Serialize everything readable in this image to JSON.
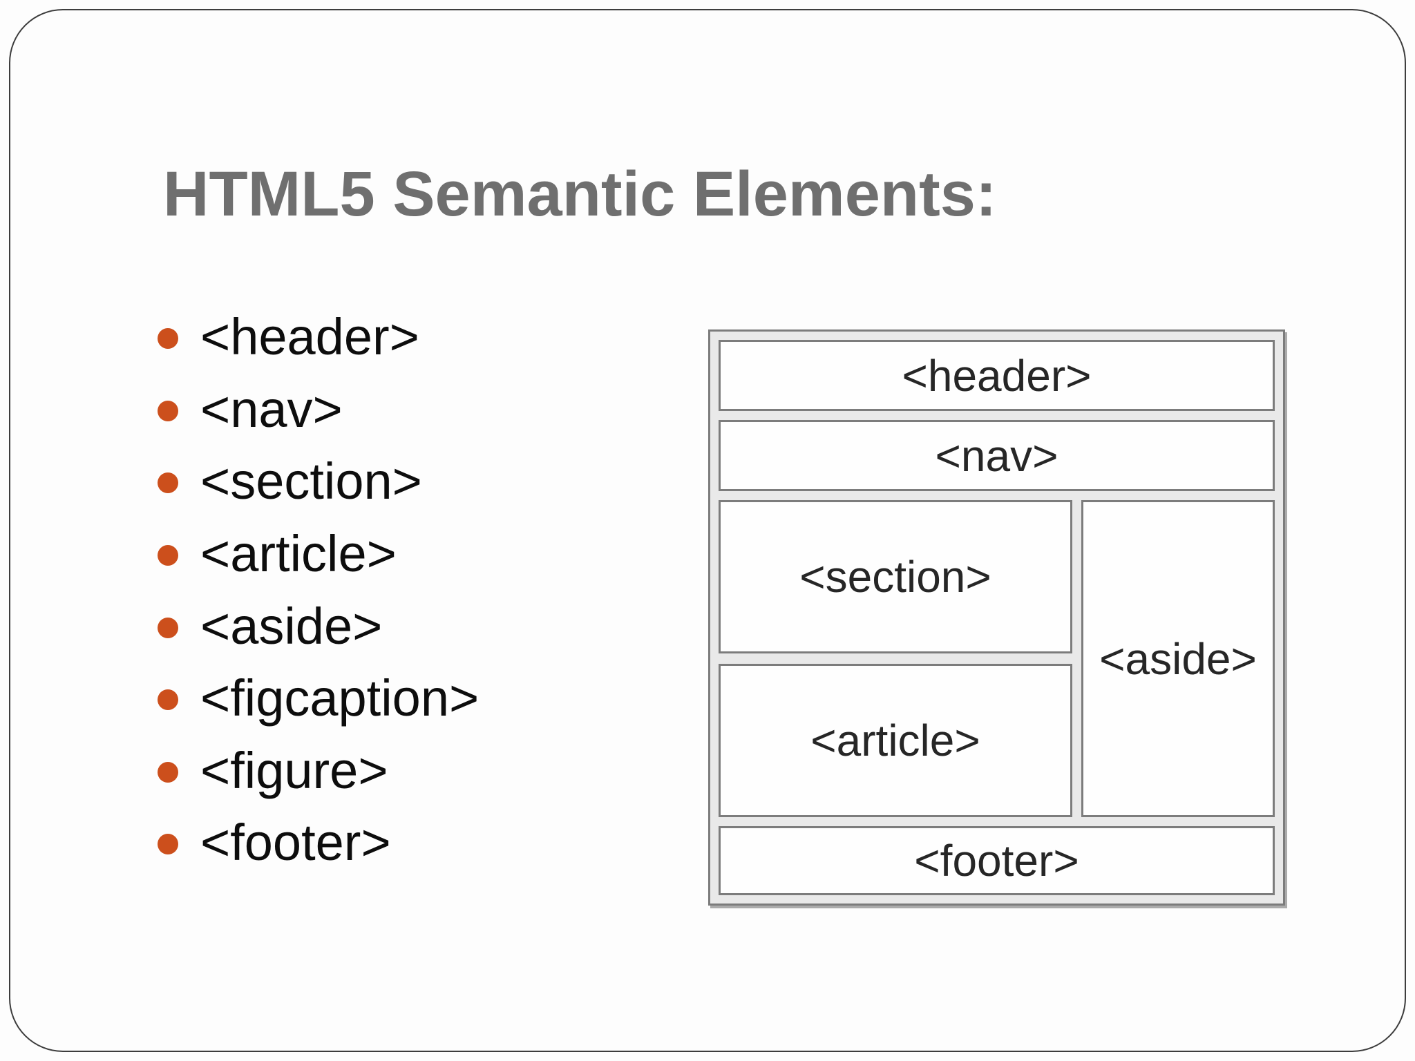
{
  "slide": {
    "title": "HTML5 Semantic Elements:"
  },
  "list": {
    "items": [
      "<header>",
      "<nav>",
      "<section>",
      "<article>",
      "<aside>",
      "<figcaption>",
      "<figure>",
      "<footer>"
    ]
  },
  "diagram": {
    "boxes": {
      "header": "<header>",
      "nav": "<nav>",
      "section": "<section>",
      "article": "<article>",
      "aside": "<aside>",
      "footer": "<footer>"
    }
  },
  "colors": {
    "title_text": "#6f6f6f",
    "bullet": "#cc4f1c",
    "list_text": "#0d0d0d",
    "slide_border": "#3d3d3d",
    "diagram_border": "#7c7c7c",
    "diagram_background": "#e9e9e9",
    "diagram_box_background": "#fefefe",
    "diagram_label_text": "#262626"
  }
}
